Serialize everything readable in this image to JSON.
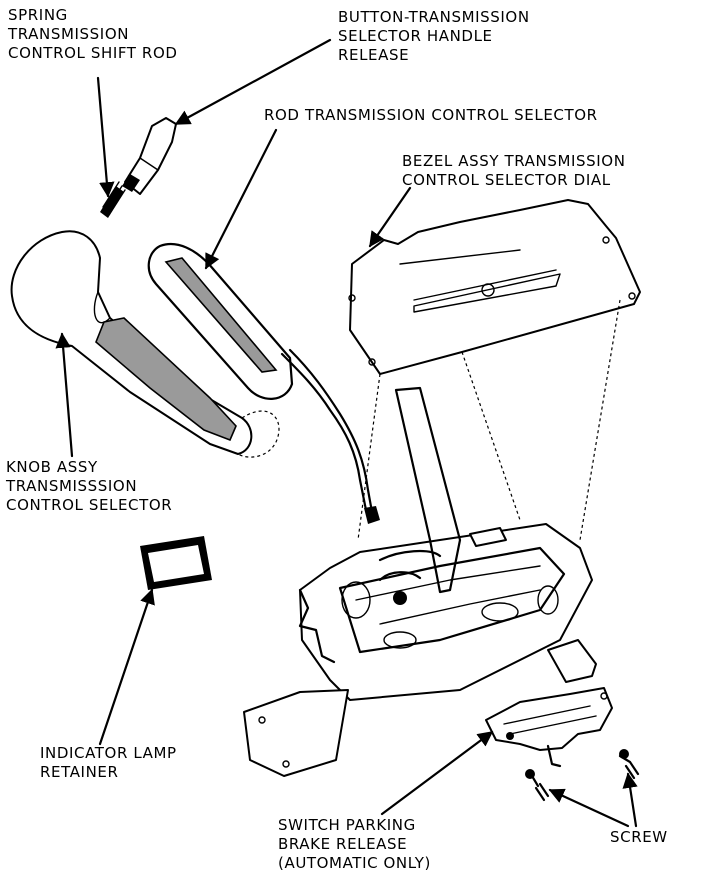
{
  "labels": {
    "spring": [
      "SPRING",
      "TRANSMISSION",
      "CONTROL SHIFT ROD"
    ],
    "button": [
      "BUTTON-TRANSMISSION",
      "SELECTOR HANDLE",
      "RELEASE"
    ],
    "rod": [
      "ROD TRANSMISSION CONTROL SELECTOR"
    ],
    "bezel": [
      "BEZEL ASSY TRANSMISSION",
      "CONTROL SELECTOR DIAL"
    ],
    "knob": [
      "KNOB ASSY",
      "TRANSMISSSION",
      "CONTROL SELECTOR"
    ],
    "lamp": [
      "INDICATOR LAMP",
      "RETAINER"
    ],
    "switch": [
      "SWITCH PARKING",
      "BRAKE RELEASE",
      "(AUTOMATIC ONLY)"
    ],
    "screw": [
      "SCREW"
    ]
  }
}
